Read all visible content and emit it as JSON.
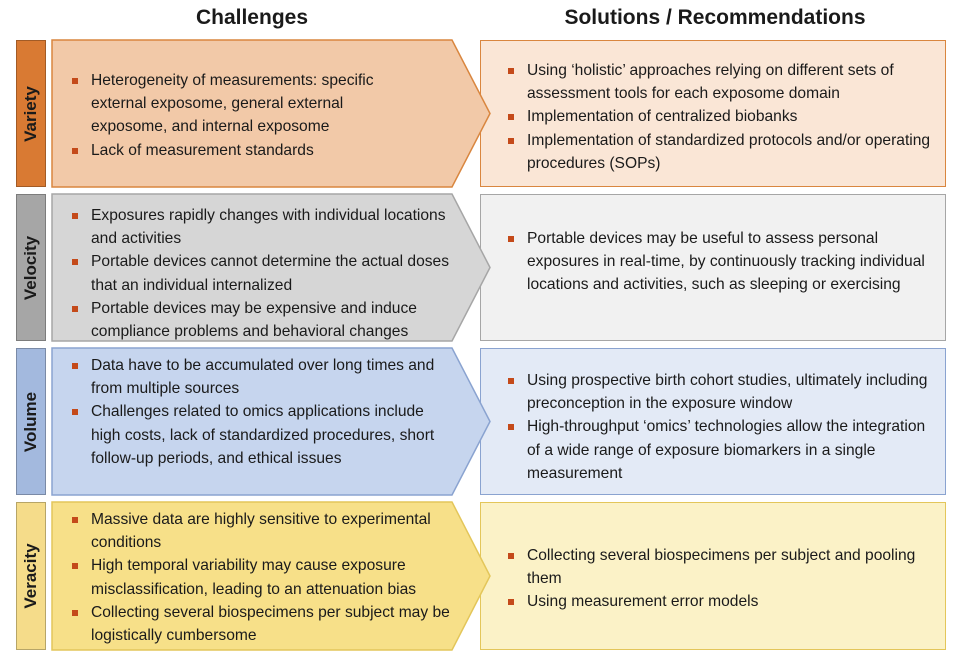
{
  "headers": {
    "challenges": "Challenges",
    "solutions": "Solutions / Recommendations"
  },
  "rows": [
    {
      "label": "Variety",
      "colors": {
        "label": "#d97a33",
        "chevron": "#f2c9a8",
        "panel": "#fae6d6",
        "border": "#d9863f"
      },
      "challenges": [
        "Heterogeneity of measurements: specific external exposome, general external exposome, and internal exposome",
        "Lack of measurement standards"
      ],
      "solutions": [
        "Using ‘holistic’ approaches relying on different sets of assessment tools for each exposome domain",
        "Implementation of centralized biobanks",
        "Implementation of standardized protocols and/or operating procedures (SOPs)"
      ]
    },
    {
      "label": "Velocity",
      "colors": {
        "label": "#a6a6a6",
        "chevron": "#d6d6d6",
        "panel": "#f1f1f1",
        "border": "#a6a6a6"
      },
      "challenges": [
        "Exposures rapidly changes with individual locations and activities",
        "Portable devices cannot determine the actual doses that an individual internalized",
        "Portable devices may be expensive and induce compliance problems and behavioral changes"
      ],
      "solutions": [
        "Portable devices may be useful to assess personal exposures in real-time, by continuously tracking individual locations and activities, such as sleeping or exercising"
      ]
    },
    {
      "label": "Volume",
      "colors": {
        "label": "#a3b9de",
        "chevron": "#c6d5ee",
        "panel": "#e3eaf6",
        "border": "#8aa3d0"
      },
      "challenges": [
        "Data have to be accumulated over long times and from multiple sources",
        "Challenges related to omics applications include high costs, lack of standardized procedures, short follow-up periods, and ethical issues"
      ],
      "solutions": [
        "Using prospective birth cohort studies, ultimately including preconception in the exposure window",
        "High-throughput ‘omics’ technologies allow the integration of a wide range of exposure biomarkers in a single measurement"
      ]
    },
    {
      "label": "Veracity",
      "colors": {
        "label": "#f5dc8a",
        "chevron": "#f7e089",
        "panel": "#fbf2c7",
        "border": "#e3c65a"
      },
      "challenges": [
        "Massive data are highly sensitive to experimental conditions",
        "High temporal variability may cause exposure misclassification, leading to an attenuation bias",
        "Collecting several biospecimens per subject may be logistically cumbersome"
      ],
      "solutions": [
        "Collecting several biospecimens per subject and pooling them",
        "Using measurement error models"
      ]
    }
  ]
}
